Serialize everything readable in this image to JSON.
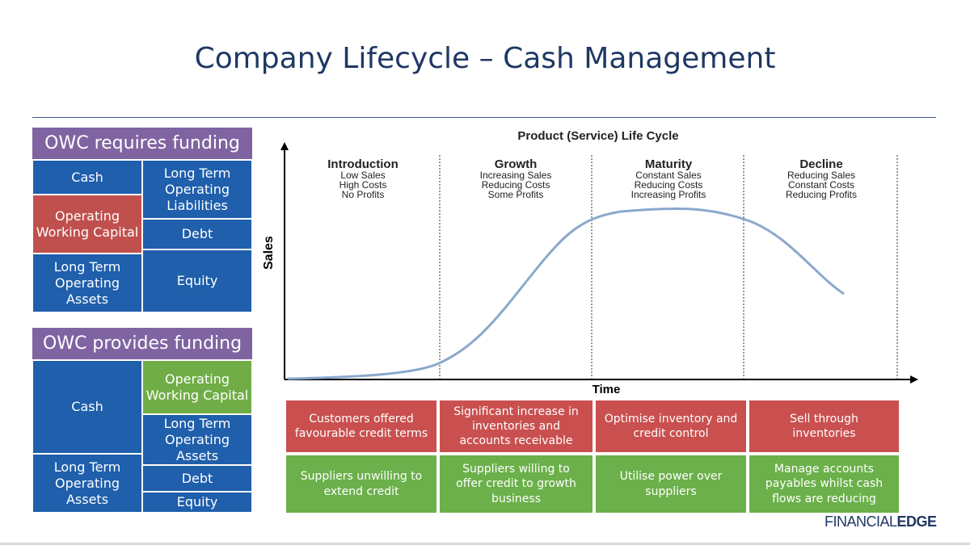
{
  "title": "Company Lifecycle – Cash Management",
  "owc_requires": {
    "header": "OWC requires funding",
    "assets": [
      "Cash",
      "Operating Working Capital",
      "Long Term Operating Assets"
    ],
    "liabilities": [
      "Long Term Operating Liabilities",
      "Debt",
      "Equity"
    ]
  },
  "owc_provides": {
    "header": "OWC provides funding",
    "assets": [
      "Cash",
      "Long Term Operating Assets"
    ],
    "liabilities": [
      "Operating Working Capital",
      "Long Term Operating Assets",
      "Debt",
      "Equity"
    ]
  },
  "chart": {
    "title": "Product (Service) Life Cycle",
    "ylabel": "Sales",
    "xlabel": "Time",
    "phases": [
      {
        "name": "Introduction",
        "lines": [
          "Low Sales",
          "High Costs",
          "No Profits"
        ]
      },
      {
        "name": "Growth",
        "lines": [
          "Increasing Sales",
          "Reducing Costs",
          "Some Profits"
        ]
      },
      {
        "name": "Maturity",
        "lines": [
          "Constant Sales",
          "Reducing Costs",
          "Increasing Profits"
        ]
      },
      {
        "name": "Decline",
        "lines": [
          "Reducing Sales",
          "Constant Costs",
          "Reducing Profits"
        ]
      }
    ],
    "curve_color": "#8aa8cc"
  },
  "receivables": [
    "Customers offered favourable credit terms",
    "Significant increase in inventories and accounts receivable",
    "Optimise inventory and credit control",
    "Sell through inventories"
  ],
  "payables": [
    "Suppliers unwilling to extend credit",
    "Suppliers willing to offer credit to growth business",
    "Utilise power over suppliers",
    "Manage accounts payables whilst cash flows are reducing"
  ],
  "logo": {
    "part1": "FINANCIAL",
    "part2": "EDGE"
  },
  "colors": {
    "navy": "#1f3864",
    "blue": "#1f5fac",
    "red": "#c0504d",
    "green": "#70ad47",
    "purple": "#8064a2"
  }
}
